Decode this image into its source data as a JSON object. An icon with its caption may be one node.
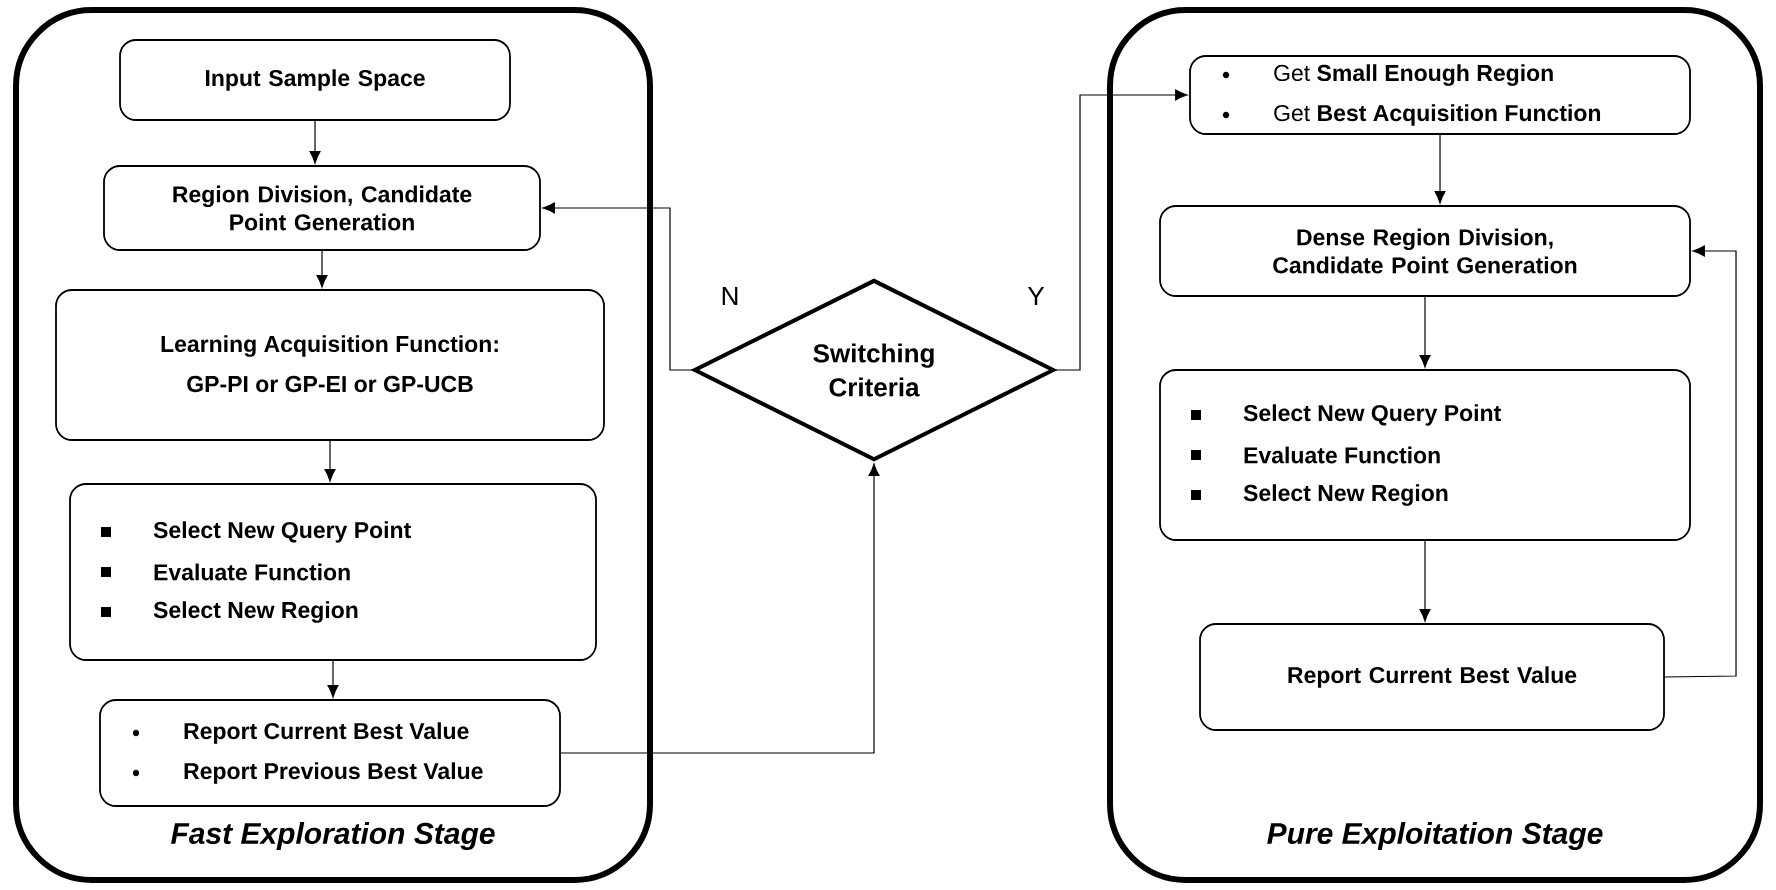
{
  "diagram": {
    "nodes": [
      {
        "text": [
          "Fast Exploration Stage"
        ]
      },
      {
        "text": [
          "Input Sample Space"
        ],
        "in": 0
      },
      {
        "text": [
          "Region Division, Candidate Point Generation"
        ],
        "in": 0
      },
      {
        "text": [
          "Learning Acquisition Function:",
          "GP-PI or GP-EI or GP-UCB"
        ],
        "in": 0
      },
      {
        "text": [
          "Select New Query Point",
          "Evaluate Function",
          "Select New Region"
        ],
        "in": 0
      },
      {
        "text": [
          "Report Current Best Value",
          "Report Previous Best Value"
        ],
        "in": 0
      },
      {
        "text": [
          "Switching Criteria"
        ]
      },
      {
        "text": [
          "Pure Exploitation Stage"
        ]
      },
      {
        "text": [
          "Get **Small Enough Region**",
          "Get **Best Acquisition Function**"
        ],
        "in": 7
      },
      {
        "text": [
          "Dense Region Division, Candidate Point Generation"
        ],
        "in": 7
      },
      {
        "text": [
          "Select New Query Point",
          "Evaluate Function",
          "Select New Region"
        ],
        "in": 7
      },
      {
        "text": [
          "Report Current Best Value"
        ],
        "in": 7
      }
    ],
    "edges": [
      {
        "from": 1,
        "to": 2,
        "arrow": "to"
      },
      {
        "from": 2,
        "to": 3,
        "arrow": "to"
      },
      {
        "from": 3,
        "to": 4,
        "arrow": "to"
      },
      {
        "from": 4,
        "to": 5,
        "arrow": "to"
      },
      {
        "from": 5,
        "to": 6,
        "arrow": "to"
      },
      {
        "from": 6,
        "to": 2,
        "arrow": "to",
        "label": "N"
      },
      {
        "from": 6,
        "to": 8,
        "arrow": "to",
        "label": "Y"
      },
      {
        "from": 8,
        "to": 9,
        "arrow": "to"
      },
      {
        "from": 9,
        "to": 10,
        "arrow": "to"
      },
      {
        "from": 10,
        "to": 11,
        "arrow": "to"
      },
      {
        "from": 11,
        "to": 9,
        "arrow": "to"
      }
    ]
  }
}
